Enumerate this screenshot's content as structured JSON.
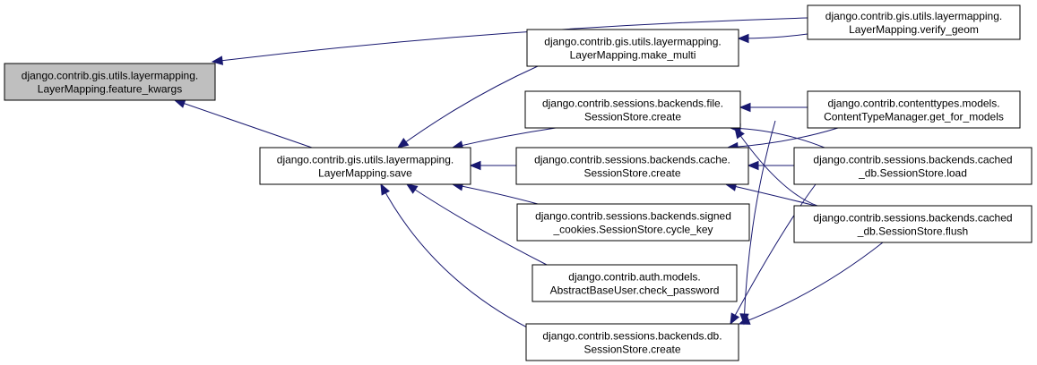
{
  "graph": {
    "nodes": [
      {
        "id": "feature_kwargs",
        "lines": [
          "django.contrib.gis.utils.layermapping.",
          "LayerMapping.feature_kwargs"
        ],
        "highlighted": true
      },
      {
        "id": "save",
        "lines": [
          "django.contrib.gis.utils.layermapping.",
          "LayerMapping.save"
        ]
      },
      {
        "id": "make_multi",
        "lines": [
          "django.contrib.gis.utils.layermapping.",
          "LayerMapping.make_multi"
        ]
      },
      {
        "id": "verify_geom",
        "lines": [
          "django.contrib.gis.utils.layermapping.",
          "LayerMapping.verify_geom"
        ]
      },
      {
        "id": "file_create",
        "lines": [
          "django.contrib.sessions.backends.file.",
          "SessionStore.create"
        ]
      },
      {
        "id": "cache_create",
        "lines": [
          "django.contrib.sessions.backends.cache.",
          "SessionStore.create"
        ]
      },
      {
        "id": "cycle_key",
        "lines": [
          "django.contrib.sessions.backends.signed",
          "_cookies.SessionStore.cycle_key"
        ]
      },
      {
        "id": "check_password",
        "lines": [
          "django.contrib.auth.models.",
          "AbstractBaseUser.check_password"
        ]
      },
      {
        "id": "db_create",
        "lines": [
          "django.contrib.sessions.backends.db.",
          "SessionStore.create"
        ]
      },
      {
        "id": "get_for_models",
        "lines": [
          "django.contrib.contenttypes.models.",
          "ContentTypeManager.get_for_models"
        ]
      },
      {
        "id": "cached_load",
        "lines": [
          "django.contrib.sessions.backends.cached",
          "_db.SessionStore.load"
        ]
      },
      {
        "id": "cached_flush",
        "lines": [
          "django.contrib.sessions.backends.cached",
          "_db.SessionStore.flush"
        ]
      }
    ],
    "edges": [
      {
        "from": "verify_geom",
        "to": "feature_kwargs"
      },
      {
        "from": "save",
        "to": "feature_kwargs"
      },
      {
        "from": "verify_geom",
        "to": "make_multi"
      },
      {
        "from": "make_multi",
        "to": "save"
      },
      {
        "from": "file_create",
        "to": "save"
      },
      {
        "from": "cache_create",
        "to": "save"
      },
      {
        "from": "cycle_key",
        "to": "save"
      },
      {
        "from": "check_password",
        "to": "save"
      },
      {
        "from": "db_create",
        "to": "save"
      },
      {
        "from": "get_for_models",
        "to": "file_create"
      },
      {
        "from": "cached_load",
        "to": "file_create"
      },
      {
        "from": "cached_flush",
        "to": "file_create"
      },
      {
        "from": "get_for_models",
        "to": "cache_create"
      },
      {
        "from": "cached_load",
        "to": "cache_create"
      },
      {
        "from": "cached_flush",
        "to": "cache_create"
      },
      {
        "from": "cached_load",
        "to": "db_create"
      },
      {
        "from": "cached_flush",
        "to": "db_create"
      },
      {
        "from": "get_for_models",
        "to": "db_create"
      }
    ],
    "colors": {
      "edge": "#191970",
      "highlight_fill": "#bfbfbf",
      "node_border": "#000000"
    }
  }
}
